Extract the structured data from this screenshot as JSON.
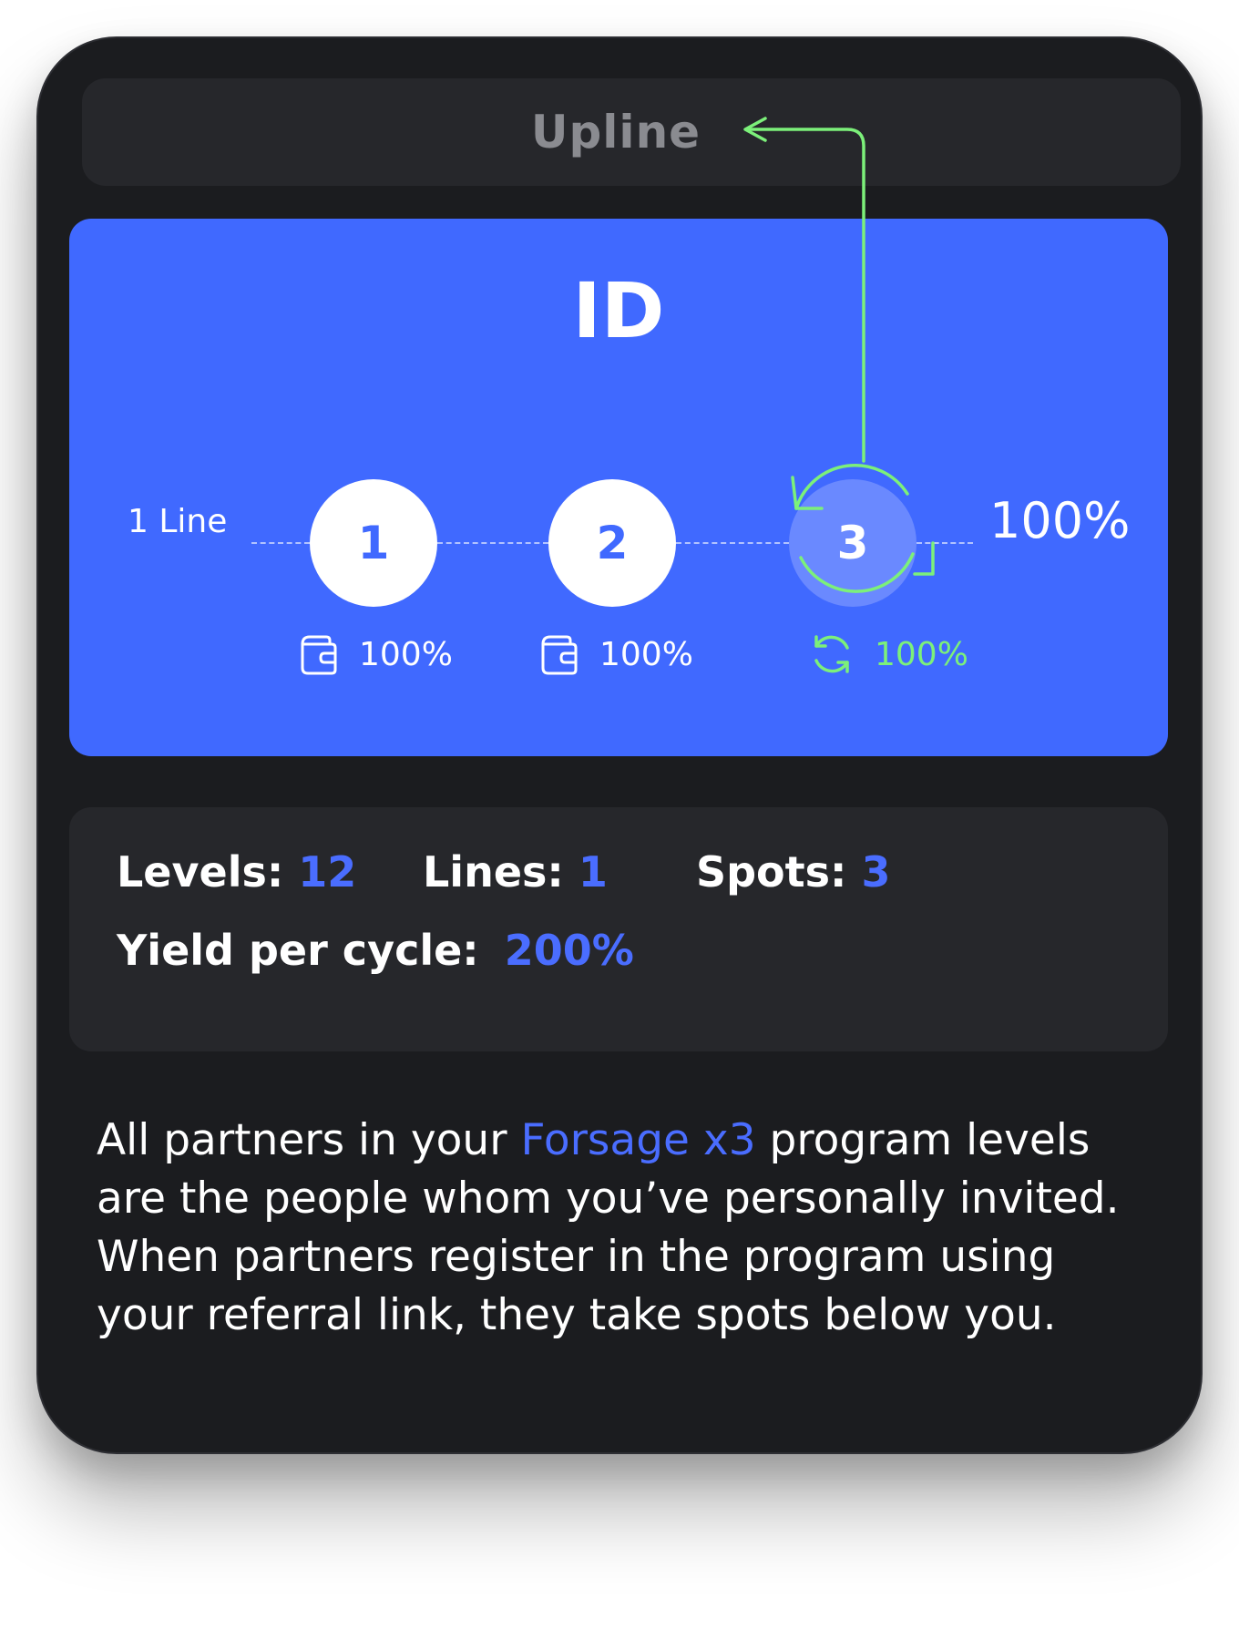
{
  "upline": {
    "label": "Upline"
  },
  "diagram": {
    "title": "ID",
    "line_label": "1 Line",
    "right_percent": "100%",
    "spots": [
      {
        "number": "1",
        "payout": "100%",
        "icon": "wallet-icon"
      },
      {
        "number": "2",
        "payout": "100%",
        "icon": "wallet-icon"
      },
      {
        "number": "3",
        "payout": "100%",
        "icon": "reinvest-cycle-icon"
      }
    ],
    "colors": {
      "panel": "#4069ff",
      "reinvest": "#7cf07a",
      "accent": "#4a6dff"
    }
  },
  "stats": {
    "levels_label": "Levels:",
    "levels_value": "12",
    "lines_label": "Lines:",
    "lines_value": "1",
    "spots_label": "Spots:",
    "spots_value": "3",
    "yield_label": "Yield per cycle:",
    "yield_value": "200%"
  },
  "description": {
    "before_link": "All partners in your ",
    "link": "Forsage x3",
    "after_link": " program levels are the people whom you’ve personally invited. When partners register in the program using your referral link, they take spots below you."
  }
}
